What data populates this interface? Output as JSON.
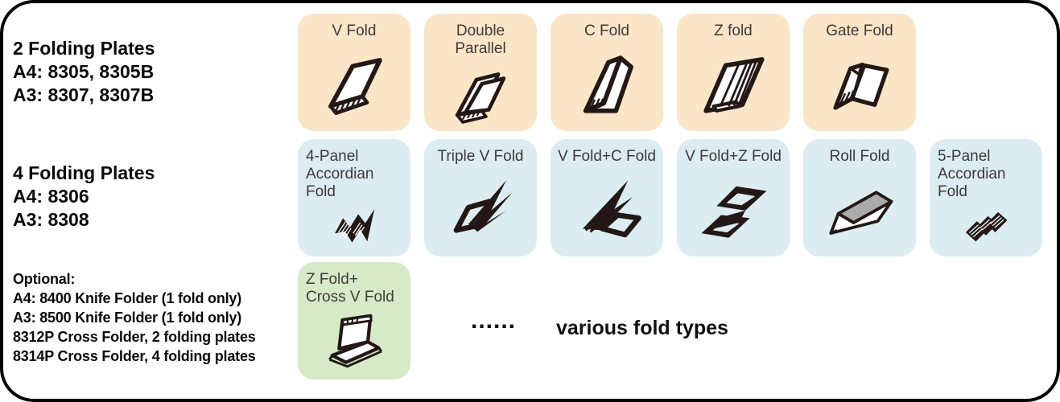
{
  "colors": {
    "frame_border": "#000000",
    "row1_card_bg": "#FAE5C6",
    "row2_card_bg": "#DBEDF0",
    "row3_card_bg": "#D7EAC7",
    "card_label_text": "#3E3A39",
    "left_text": "#0B0B0B",
    "icon_ink": "#231815",
    "roll_fold_gray": "#ABABAB"
  },
  "left_panel": {
    "groups": [
      {
        "title": "2 Folding Plates",
        "lines": [
          "A4: 8305, 8305B",
          "A3: 8307, 8307B"
        ]
      },
      {
        "title": "4 Folding Plates",
        "lines": [
          "A4: 8306",
          "A3: 8308"
        ]
      },
      {
        "title": "Optional:",
        "lines": [
          "A4: 8400 Knife Folder (1 fold only)",
          "A3: 8500 Knife Folder (1 fold only)",
          "8312P Cross Folder, 2 folding plates",
          "8314P Cross Folder, 4 folding plates"
        ]
      }
    ]
  },
  "fold_rows": [
    {
      "name": "two-plate-folds",
      "bg": "#FAE5C6",
      "cards": [
        {
          "label": "V Fold",
          "icon": "v-fold-icon",
          "align": "center"
        },
        {
          "label": "Double\nParallel",
          "icon": "double-parallel-icon",
          "align": "center"
        },
        {
          "label": "C Fold",
          "icon": "c-fold-icon",
          "align": "center"
        },
        {
          "label": "Z fold",
          "icon": "z-fold-icon",
          "align": "center"
        },
        {
          "label": "Gate Fold",
          "icon": "gate-fold-icon",
          "align": "center"
        }
      ]
    },
    {
      "name": "four-plate-folds",
      "bg": "#DBEDF0",
      "cards": [
        {
          "label": "4-Panel\nAccordian Fold",
          "icon": "four-panel-accordian-fold-icon",
          "align": "left"
        },
        {
          "label": "Triple V Fold",
          "icon": "triple-v-fold-icon",
          "align": "center"
        },
        {
          "label": "V Fold+C Fold",
          "icon": "v-fold-c-fold-icon",
          "align": "center"
        },
        {
          "label": "V Fold+Z Fold",
          "icon": "v-fold-z-fold-icon",
          "align": "center"
        },
        {
          "label": "Roll Fold",
          "icon": "roll-fold-icon",
          "align": "center"
        },
        {
          "label": "5-Panel\nAccordian Fold",
          "icon": "five-panel-accordian-fold-icon",
          "align": "left"
        }
      ]
    },
    {
      "name": "optional-folds",
      "bg": "#D7EAC7",
      "cards": [
        {
          "label": "Z Fold+\nCross V Fold",
          "icon": "z-fold-cross-v-fold-icon",
          "align": "left"
        }
      ]
    }
  ],
  "footer": {
    "ellipsis": "......",
    "caption": "various fold types"
  }
}
